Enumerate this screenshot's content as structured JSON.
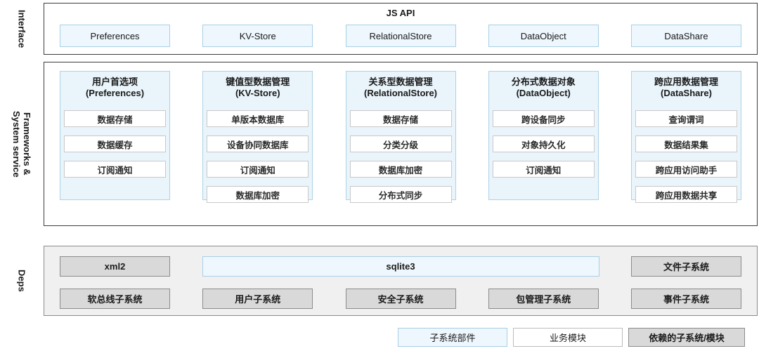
{
  "labels": {
    "interface": "Interface",
    "frameworks_line1": "Frameworks &",
    "frameworks_line2": "System service",
    "deps": "Deps"
  },
  "interface": {
    "title": "JS API",
    "apis": [
      "Preferences",
      "KV-Store",
      "RelationalStore",
      "DataObject",
      "DataShare"
    ]
  },
  "frameworks": {
    "columns": [
      {
        "title_cn": "用户首选项",
        "title_en": "(Preferences)",
        "items": [
          "数据存储",
          "数据缓存",
          "订阅通知"
        ]
      },
      {
        "title_cn": "键值型数据管理",
        "title_en": "(KV-Store)",
        "items": [
          "单版本数据库",
          "设备协同数据库",
          "订阅通知",
          "数据库加密"
        ]
      },
      {
        "title_cn": "关系型数据管理",
        "title_en": "(RelationalStore)",
        "items": [
          "数据存储",
          "分类分级",
          "数据库加密",
          "分布式同步"
        ]
      },
      {
        "title_cn": "分布式数据对象",
        "title_en": "(DataObject)",
        "items": [
          "跨设备同步",
          "对象持久化",
          "订阅通知"
        ]
      },
      {
        "title_cn": "跨应用数据管理",
        "title_en": "(DataShare)",
        "items": [
          "查询谓词",
          "数据结果集",
          "跨应用访问助手",
          "跨应用数据共享"
        ]
      }
    ]
  },
  "deps": {
    "xml2": "xml2",
    "sqlite3": "sqlite3",
    "file_subsystem": "文件子系统",
    "row2": [
      "软总线子系统",
      "用户子系统",
      "安全子系统",
      "包管理子系统",
      "事件子系统"
    ]
  },
  "legend": {
    "subsystem_part": "子系统部件",
    "business_module": "业务模块",
    "dependent": "依赖的子系统/模块"
  },
  "colors": {
    "blue_fill": "#eef7fd",
    "blue_border": "#a9cfe3",
    "container_fill": "#e9f4fb",
    "container_border": "#aed3e6",
    "white_box_border": "#c9c9c9",
    "gray_fill": "#d9d9d9",
    "gray_border": "#8c8c8c",
    "deps_bg": "#f0f0f1",
    "section_border": "#3c3c3c"
  }
}
